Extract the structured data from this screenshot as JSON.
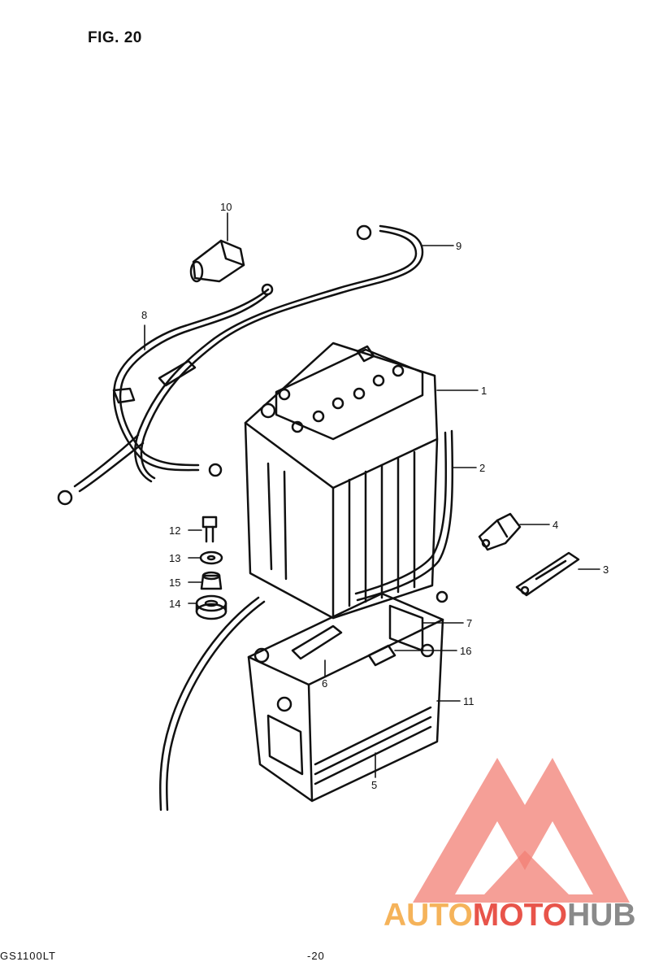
{
  "figure": {
    "title": "FIG. 20"
  },
  "callouts": {
    "c1": "1",
    "c2": "2",
    "c3": "3",
    "c4": "4",
    "c5": "5",
    "c6": "6",
    "c7": "7",
    "c8": "8",
    "c9": "9",
    "c10": "10",
    "c11": "11",
    "c12": "12",
    "c13": "13",
    "c14": "14",
    "c15": "15",
    "c16": "16"
  },
  "footer": {
    "model": "GS1100LT",
    "page": "-20"
  },
  "watermark": {
    "part1": "AUTO",
    "part2": "MOTO",
    "part3": "HUB"
  },
  "colors": {
    "ink": "#111111",
    "watermark_orange": "#f5b35a",
    "watermark_red": "#e8544a",
    "watermark_gray": "#8a8a8a",
    "watermark_triangle": "#f27f74"
  }
}
